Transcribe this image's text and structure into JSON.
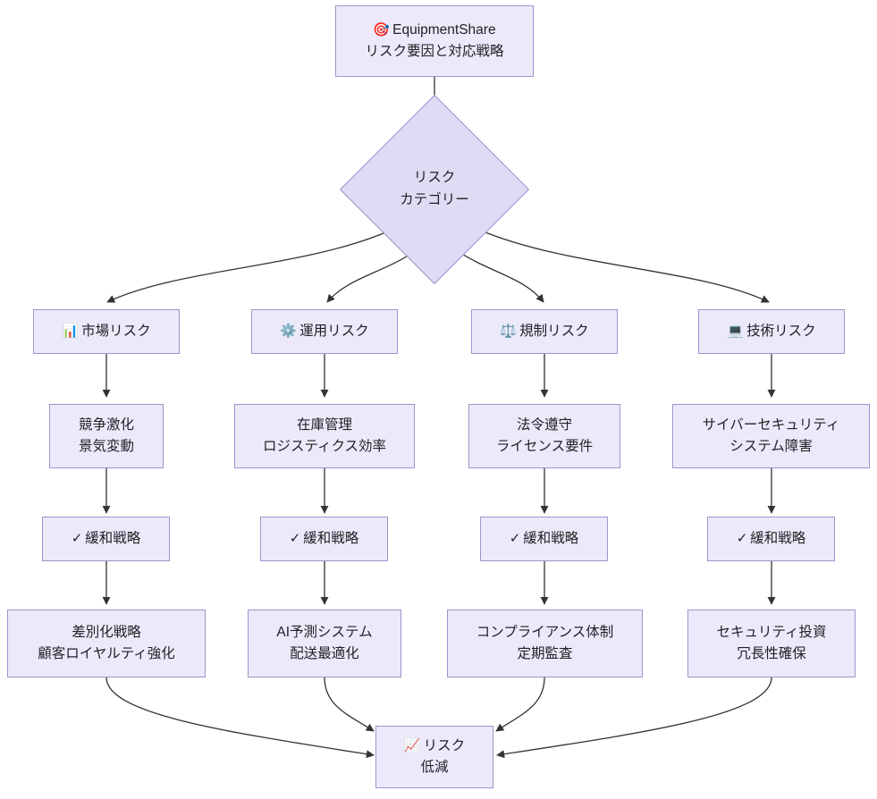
{
  "diagram": {
    "title_node": {
      "icon": "dart-target-icon",
      "icon_glyph": "🎯",
      "line1": "EquipmentShare",
      "line2": "リスク要因と対応戦略"
    },
    "decision_node": {
      "line1": "リスク",
      "line2": "カテゴリー"
    },
    "outcome_node": {
      "icon": "chart-increasing-icon",
      "icon_glyph": "📈",
      "line1": "リスク",
      "line2": "低減"
    },
    "branches": [
      {
        "category": {
          "icon_glyph": "📊",
          "icon": "bar-chart-icon",
          "label": "市場リスク"
        },
        "risks": {
          "line1": "競争激化",
          "line2": "景気変動"
        },
        "mitigation": {
          "check": "✓",
          "label": "緩和戦略"
        },
        "actions": {
          "line1": "差別化戦略",
          "line2": "顧客ロイヤルティ強化"
        }
      },
      {
        "category": {
          "icon_glyph": "⚙️",
          "icon": "gear-icon",
          "label": "運用リスク"
        },
        "risks": {
          "line1": "在庫管理",
          "line2": "ロジスティクス効率"
        },
        "mitigation": {
          "check": "✓",
          "label": "緩和戦略"
        },
        "actions": {
          "line1": "AI予測システム",
          "line2": "配送最適化"
        }
      },
      {
        "category": {
          "icon_glyph": "⚖️",
          "icon": "balance-scale-icon",
          "label": "規制リスク"
        },
        "risks": {
          "line1": "法令遵守",
          "line2": "ライセンス要件"
        },
        "mitigation": {
          "check": "✓",
          "label": "緩和戦略"
        },
        "actions": {
          "line1": "コンプライアンス体制",
          "line2": "定期監査"
        }
      },
      {
        "category": {
          "icon_glyph": "💻",
          "icon": "laptop-icon",
          "label": "技術リスク"
        },
        "risks": {
          "line1": "サイバーセキュリティ",
          "line2": "システム障害"
        },
        "mitigation": {
          "check": "✓",
          "label": "緩和戦略"
        },
        "actions": {
          "line1": "セキュリティ投資",
          "line2": "冗長性確保"
        }
      }
    ],
    "colors": {
      "node_fill": "#ECEAFA",
      "node_border": "#9E93CD",
      "decision_fill": "#DEDCF4",
      "edge": "#333333",
      "text": "#1f2024",
      "background": "#ffffff"
    }
  }
}
